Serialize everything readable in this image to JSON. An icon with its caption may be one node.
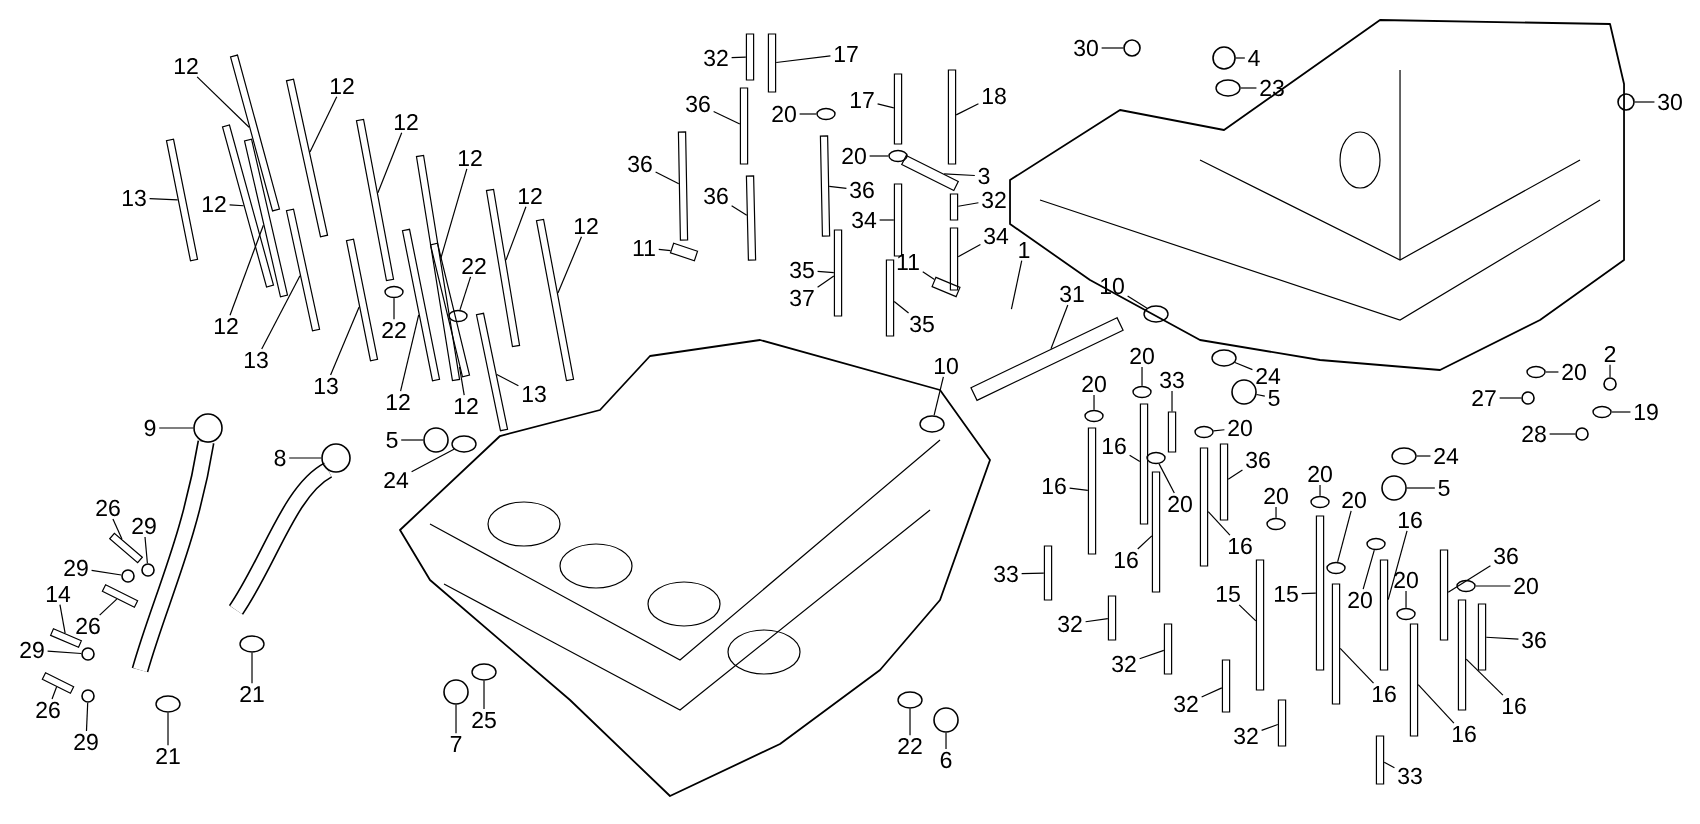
{
  "diagram": {
    "nodes": [
      {
        "text": [
          "12"
        ]
      },
      {
        "text": [
          "12"
        ]
      },
      {
        "text": [
          "12"
        ]
      },
      {
        "text": [
          "12"
        ]
      },
      {
        "text": [
          "12"
        ]
      },
      {
        "text": [
          "12"
        ]
      },
      {
        "text": [
          "13"
        ]
      },
      {
        "text": [
          "12"
        ]
      },
      {
        "text": [
          "22"
        ]
      },
      {
        "text": [
          "22"
        ]
      },
      {
        "text": [
          "12"
        ]
      },
      {
        "text": [
          "13"
        ]
      },
      {
        "text": [
          "13"
        ]
      },
      {
        "text": [
          "12"
        ]
      },
      {
        "text": [
          "12"
        ]
      },
      {
        "text": [
          "13"
        ]
      },
      {
        "text": [
          "32"
        ]
      },
      {
        "text": [
          "17"
        ]
      },
      {
        "text": [
          "30"
        ]
      },
      {
        "text": [
          "4"
        ]
      },
      {
        "text": [
          "23"
        ]
      },
      {
        "text": [
          "36"
        ]
      },
      {
        "text": [
          "20"
        ]
      },
      {
        "text": [
          "17"
        ]
      },
      {
        "text": [
          "18"
        ]
      },
      {
        "text": [
          "30"
        ]
      },
      {
        "text": [
          "36"
        ]
      },
      {
        "text": [
          "36"
        ]
      },
      {
        "text": [
          "36"
        ]
      },
      {
        "text": [
          "20"
        ]
      },
      {
        "text": [
          "3"
        ]
      },
      {
        "text": [
          "32"
        ]
      },
      {
        "text": [
          "34"
        ]
      },
      {
        "text": [
          "34"
        ]
      },
      {
        "text": [
          "11"
        ]
      },
      {
        "text": [
          "1"
        ]
      },
      {
        "text": [
          "11"
        ]
      },
      {
        "text": [
          "35"
        ]
      },
      {
        "text": [
          "37"
        ]
      },
      {
        "text": [
          "31"
        ]
      },
      {
        "text": [
          "10"
        ]
      },
      {
        "text": [
          "35"
        ]
      },
      {
        "text": [
          "10"
        ]
      },
      {
        "text": [
          "9"
        ]
      },
      {
        "text": [
          "8"
        ]
      },
      {
        "text": [
          "5"
        ]
      },
      {
        "text": [
          "24"
        ]
      },
      {
        "text": [
          "26"
        ]
      },
      {
        "text": [
          "29"
        ]
      },
      {
        "text": [
          "29"
        ]
      },
      {
        "text": [
          "14"
        ]
      },
      {
        "text": [
          "26"
        ]
      },
      {
        "text": [
          "29"
        ]
      },
      {
        "text": [
          "26"
        ]
      },
      {
        "text": [
          "29"
        ]
      },
      {
        "text": [
          "21"
        ]
      },
      {
        "text": [
          "21"
        ]
      },
      {
        "text": [
          "25"
        ]
      },
      {
        "text": [
          "7"
        ]
      },
      {
        "text": [
          "20"
        ]
      },
      {
        "text": [
          "20"
        ]
      },
      {
        "text": [
          "33"
        ]
      },
      {
        "text": [
          "24"
        ]
      },
      {
        "text": [
          "5"
        ]
      },
      {
        "text": [
          "20"
        ]
      },
      {
        "text": [
          "36"
        ]
      },
      {
        "text": [
          "2"
        ]
      },
      {
        "text": [
          "20"
        ]
      },
      {
        "text": [
          "27"
        ]
      },
      {
        "text": [
          "19"
        ]
      },
      {
        "text": [
          "28"
        ]
      },
      {
        "text": [
          "16"
        ]
      },
      {
        "text": [
          "16"
        ]
      },
      {
        "text": [
          "20"
        ]
      },
      {
        "text": [
          "16"
        ]
      },
      {
        "text": [
          "16"
        ]
      },
      {
        "text": [
          "24"
        ]
      },
      {
        "text": [
          "5"
        ]
      },
      {
        "text": [
          "20"
        ]
      },
      {
        "text": [
          "20"
        ]
      },
      {
        "text": [
          "33"
        ]
      },
      {
        "text": [
          "20"
        ]
      },
      {
        "text": [
          "16"
        ]
      },
      {
        "text": [
          "36"
        ]
      },
      {
        "text": [
          "20"
        ]
      },
      {
        "text": [
          "20"
        ]
      },
      {
        "text": [
          "15"
        ]
      },
      {
        "text": [
          "15"
        ]
      },
      {
        "text": [
          "20"
        ]
      },
      {
        "text": [
          "32"
        ]
      },
      {
        "text": [
          "36"
        ]
      },
      {
        "text": [
          "32"
        ]
      },
      {
        "text": [
          "16"
        ]
      },
      {
        "text": [
          "16"
        ]
      },
      {
        "text": [
          "32"
        ]
      },
      {
        "text": [
          "16"
        ]
      },
      {
        "text": [
          "32"
        ]
      },
      {
        "text": [
          "22"
        ]
      },
      {
        "text": [
          "6"
        ]
      },
      {
        "text": [
          "33"
        ]
      },
      {
        "text": [],
        "shape": "bolt"
      },
      {
        "text": [],
        "shape": "bolt"
      },
      {
        "text": [],
        "shape": "bolt"
      },
      {
        "text": [],
        "shape": "bolt"
      },
      {
        "text": [],
        "shape": "bolt"
      },
      {
        "text": [],
        "shape": "bolt"
      },
      {
        "text": [],
        "shape": "bolt"
      },
      {
        "text": [],
        "shape": "bolt"
      },
      {
        "text": [],
        "shape": "washer"
      },
      {
        "text": [],
        "shape": "washer"
      },
      {
        "text": [],
        "shape": "bolt"
      },
      {
        "text": [],
        "shape": "bolt"
      },
      {
        "text": [],
        "shape": "bolt"
      },
      {
        "text": [],
        "shape": "bolt"
      },
      {
        "text": [],
        "shape": "bolt"
      },
      {
        "text": [],
        "shape": "bolt"
      },
      {
        "text": [],
        "shape": "bolt"
      },
      {
        "text": [],
        "shape": "bolt"
      },
      {
        "text": [],
        "shape": "dowel"
      },
      {
        "text": [],
        "shape": "cap"
      },
      {
        "text": [],
        "shape": "ring"
      },
      {
        "text": [],
        "shape": "bolt"
      },
      {
        "text": [],
        "shape": "washer"
      },
      {
        "text": [],
        "shape": "bolt"
      },
      {
        "text": [],
        "shape": "bolt"
      },
      {
        "text": [],
        "shape": "dowel"
      },
      {
        "text": [],
        "shape": "bolt"
      },
      {
        "text": [],
        "shape": "bolt"
      },
      {
        "text": [],
        "shape": "bolt"
      },
      {
        "text": [],
        "shape": "washer"
      },
      {
        "text": [],
        "shape": "plate"
      },
      {
        "text": [],
        "shape": "bolt"
      },
      {
        "text": [],
        "shape": "bolt"
      },
      {
        "text": [],
        "shape": "bolt"
      },
      {
        "text": [],
        "shape": "plate"
      },
      {
        "text": [],
        "shape": "plate"
      },
      {
        "text": [],
        "shape": "bolt"
      },
      {
        "text": [],
        "shape": "tube"
      },
      {
        "text": [],
        "shape": "ring"
      },
      {
        "text": [],
        "shape": "bolt"
      },
      {
        "text": [],
        "shape": "ring"
      },
      {
        "text": [],
        "shape": "hose"
      },
      {
        "text": [],
        "shape": "hose"
      },
      {
        "text": [],
        "shape": "plug"
      },
      {
        "text": [],
        "shape": "ring"
      },
      {
        "text": [],
        "shape": "bolt"
      },
      {
        "text": [],
        "shape": "nut"
      },
      {
        "text": [],
        "shape": "nut"
      },
      {
        "text": [],
        "shape": "bolt"
      },
      {
        "text": [],
        "shape": "bolt"
      },
      {
        "text": [],
        "shape": "nut"
      },
      {
        "text": [],
        "shape": "bolt"
      },
      {
        "text": [],
        "shape": "nut"
      },
      {
        "text": [],
        "shape": "ring"
      },
      {
        "text": [],
        "shape": "ring"
      },
      {
        "text": [],
        "shape": "ring"
      },
      {
        "text": [],
        "shape": "plug"
      },
      {
        "text": [],
        "shape": "washer"
      },
      {
        "text": [],
        "shape": "washer"
      },
      {
        "text": [],
        "shape": "bolt"
      },
      {
        "text": [],
        "shape": "ring"
      },
      {
        "text": [],
        "shape": "plug"
      },
      {
        "text": [],
        "shape": "washer"
      },
      {
        "text": [],
        "shape": "bolt"
      },
      {
        "text": [],
        "shape": "nut"
      },
      {
        "text": [],
        "shape": "washer"
      },
      {
        "text": [],
        "shape": "nut"
      },
      {
        "text": [],
        "shape": "washer"
      },
      {
        "text": [],
        "shape": "nut"
      },
      {
        "text": [],
        "shape": "bolt"
      },
      {
        "text": [],
        "shape": "bolt"
      },
      {
        "text": [],
        "shape": "washer"
      },
      {
        "text": [],
        "shape": "bolt"
      },
      {
        "text": [],
        "shape": "bolt"
      },
      {
        "text": [],
        "shape": "ring"
      },
      {
        "text": [],
        "shape": "plug"
      },
      {
        "text": [],
        "shape": "washer"
      },
      {
        "text": [],
        "shape": "washer"
      },
      {
        "text": [],
        "shape": "bolt"
      },
      {
        "text": [],
        "shape": "washer"
      },
      {
        "text": [],
        "shape": "bolt"
      },
      {
        "text": [],
        "shape": "bolt"
      },
      {
        "text": [],
        "shape": "washer"
      },
      {
        "text": [],
        "shape": "washer"
      },
      {
        "text": [],
        "shape": "bolt"
      },
      {
        "text": [],
        "shape": "bolt"
      },
      {
        "text": [],
        "shape": "washer"
      },
      {
        "text": [],
        "shape": "bolt"
      },
      {
        "text": [],
        "shape": "bolt"
      },
      {
        "text": [],
        "shape": "bolt"
      },
      {
        "text": [],
        "shape": "bolt"
      },
      {
        "text": [],
        "shape": "bolt"
      },
      {
        "text": [],
        "shape": "bolt"
      },
      {
        "text": [],
        "shape": "bolt"
      },
      {
        "text": [],
        "shape": "bolt"
      },
      {
        "text": [],
        "shape": "ring"
      },
      {
        "text": [],
        "shape": "plug"
      },
      {
        "text": [],
        "shape": "bolt"
      }
    ],
    "edges": [
      {
        "from": 0,
        "to": 100,
        "arrow": "none"
      },
      {
        "from": 1,
        "to": 101,
        "arrow": "none"
      },
      {
        "from": 2,
        "to": 102,
        "arrow": "none"
      },
      {
        "from": 3,
        "to": 103,
        "arrow": "none"
      },
      {
        "from": 4,
        "to": 104,
        "arrow": "none"
      },
      {
        "from": 5,
        "to": 105,
        "arrow": "none"
      },
      {
        "from": 6,
        "to": 106,
        "arrow": "none"
      },
      {
        "from": 7,
        "to": 107,
        "arrow": "none"
      },
      {
        "from": 8,
        "to": 108,
        "arrow": "none"
      },
      {
        "from": 9,
        "to": 109,
        "arrow": "none"
      },
      {
        "from": 10,
        "to": 110,
        "arrow": "none"
      },
      {
        "from": 11,
        "to": 111,
        "arrow": "none"
      },
      {
        "from": 12,
        "to": 112,
        "arrow": "none"
      },
      {
        "from": 13,
        "to": 113,
        "arrow": "none"
      },
      {
        "from": 14,
        "to": 114,
        "arrow": "none"
      },
      {
        "from": 15,
        "to": 115,
        "arrow": "none"
      },
      {
        "from": 16,
        "to": 116,
        "arrow": "none"
      },
      {
        "from": 17,
        "to": 117,
        "arrow": "none"
      },
      {
        "from": 18,
        "to": 118,
        "arrow": "none"
      },
      {
        "from": 19,
        "to": 119,
        "arrow": "none"
      },
      {
        "from": 20,
        "to": 120,
        "arrow": "none"
      },
      {
        "from": 21,
        "to": 121,
        "arrow": "none"
      },
      {
        "from": 22,
        "to": 122,
        "arrow": "none"
      },
      {
        "from": 23,
        "to": 123,
        "arrow": "none"
      },
      {
        "from": 24,
        "to": 124,
        "arrow": "none"
      },
      {
        "from": 25,
        "to": 125,
        "arrow": "none"
      },
      {
        "from": 26,
        "to": 126,
        "arrow": "none"
      },
      {
        "from": 27,
        "to": 127,
        "arrow": "none"
      },
      {
        "from": 28,
        "to": 128,
        "arrow": "none"
      },
      {
        "from": 29,
        "to": 129,
        "arrow": "none"
      },
      {
        "from": 30,
        "to": 130,
        "arrow": "none"
      },
      {
        "from": 31,
        "to": 131,
        "arrow": "none"
      },
      {
        "from": 32,
        "to": 132,
        "arrow": "none"
      },
      {
        "from": 33,
        "to": 133,
        "arrow": "none"
      },
      {
        "from": 34,
        "to": 134,
        "arrow": "none"
      },
      {
        "from": 35,
        "to": null,
        "arrow": "none"
      },
      {
        "from": 36,
        "to": 135,
        "arrow": "none"
      },
      {
        "from": 37,
        "to": 136,
        "arrow": "none"
      },
      {
        "from": 38,
        "to": 136,
        "arrow": "none"
      },
      {
        "from": 39,
        "to": 137,
        "arrow": "none"
      },
      {
        "from": 40,
        "to": 138,
        "arrow": "none"
      },
      {
        "from": 41,
        "to": 139,
        "arrow": "none"
      },
      {
        "from": 42,
        "to": 140,
        "arrow": "none"
      },
      {
        "from": 43,
        "to": 141,
        "arrow": "none"
      },
      {
        "from": 44,
        "to": 142,
        "arrow": "none"
      },
      {
        "from": 45,
        "to": 143,
        "arrow": "none"
      },
      {
        "from": 46,
        "to": 144,
        "arrow": "none"
      },
      {
        "from": 47,
        "to": 145,
        "arrow": "none"
      },
      {
        "from": 48,
        "to": 146,
        "arrow": "none"
      },
      {
        "from": 49,
        "to": 147,
        "arrow": "none"
      },
      {
        "from": 50,
        "to": 148,
        "arrow": "none"
      },
      {
        "from": 51,
        "to": 149,
        "arrow": "none"
      },
      {
        "from": 52,
        "to": 150,
        "arrow": "none"
      },
      {
        "from": 53,
        "to": 151,
        "arrow": "none"
      },
      {
        "from": 54,
        "to": 152,
        "arrow": "none"
      },
      {
        "from": 55,
        "to": 153,
        "arrow": "none"
      },
      {
        "from": 56,
        "to": 154,
        "arrow": "none"
      },
      {
        "from": 57,
        "to": 155,
        "arrow": "none"
      },
      {
        "from": 58,
        "to": 156,
        "arrow": "none"
      },
      {
        "from": 59,
        "to": 157,
        "arrow": "none"
      },
      {
        "from": 60,
        "to": 158,
        "arrow": "none"
      },
      {
        "from": 61,
        "to": 159,
        "arrow": "none"
      },
      {
        "from": 62,
        "to": 160,
        "arrow": "none"
      },
      {
        "from": 63,
        "to": 161,
        "arrow": "none"
      },
      {
        "from": 64,
        "to": 162,
        "arrow": "none"
      },
      {
        "from": 65,
        "to": 163,
        "arrow": "none"
      },
      {
        "from": 66,
        "to": 164,
        "arrow": "none"
      },
      {
        "from": 67,
        "to": 165,
        "arrow": "none"
      },
      {
        "from": 68,
        "to": 166,
        "arrow": "none"
      },
      {
        "from": 69,
        "to": 167,
        "arrow": "none"
      },
      {
        "from": 70,
        "to": 168,
        "arrow": "none"
      },
      {
        "from": 71,
        "to": 169,
        "arrow": "none"
      },
      {
        "from": 72,
        "to": 170,
        "arrow": "none"
      },
      {
        "from": 73,
        "to": 171,
        "arrow": "none"
      },
      {
        "from": 74,
        "to": 172,
        "arrow": "none"
      },
      {
        "from": 75,
        "to": 173,
        "arrow": "none"
      },
      {
        "from": 76,
        "to": 174,
        "arrow": "none"
      },
      {
        "from": 77,
        "to": 175,
        "arrow": "none"
      },
      {
        "from": 78,
        "to": 176,
        "arrow": "none"
      },
      {
        "from": 79,
        "to": 177,
        "arrow": "none"
      },
      {
        "from": 80,
        "to": 178,
        "arrow": "none"
      },
      {
        "from": 81,
        "to": 179,
        "arrow": "none"
      },
      {
        "from": 82,
        "to": 180,
        "arrow": "none"
      },
      {
        "from": 83,
        "to": 181,
        "arrow": "none"
      },
      {
        "from": 84,
        "to": 182,
        "arrow": "none"
      },
      {
        "from": 85,
        "to": 183,
        "arrow": "none"
      },
      {
        "from": 86,
        "to": 184,
        "arrow": "none"
      },
      {
        "from": 87,
        "to": 185,
        "arrow": "none"
      },
      {
        "from": 88,
        "to": 186,
        "arrow": "none"
      },
      {
        "from": 89,
        "to": 187,
        "arrow": "none"
      },
      {
        "from": 90,
        "to": 188,
        "arrow": "none"
      },
      {
        "from": 91,
        "to": 189,
        "arrow": "none"
      },
      {
        "from": 92,
        "to": 190,
        "arrow": "none"
      },
      {
        "from": 93,
        "to": 191,
        "arrow": "none"
      },
      {
        "from": 94,
        "to": 192,
        "arrow": "none"
      },
      {
        "from": 95,
        "to": 193,
        "arrow": "none"
      },
      {
        "from": 96,
        "to": 194,
        "arrow": "none"
      },
      {
        "from": 97,
        "to": 195,
        "arrow": "none"
      },
      {
        "from": 98,
        "to": 196,
        "arrow": "none"
      },
      {
        "from": 99,
        "to": 197,
        "arrow": "none"
      }
    ]
  }
}
